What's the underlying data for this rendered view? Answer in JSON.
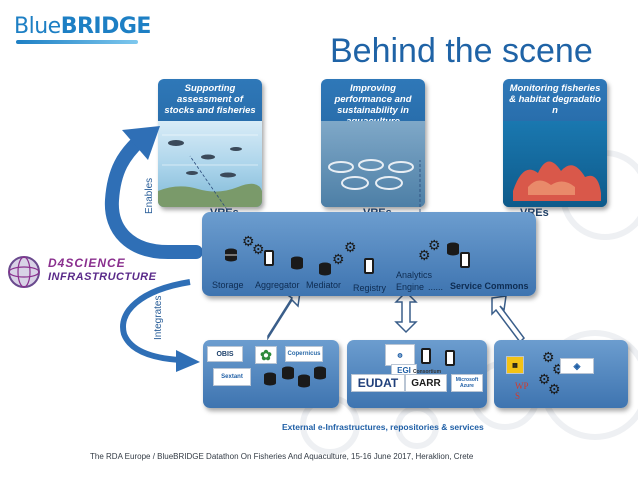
{
  "logo": {
    "blue": "Blue",
    "bridge": "BRIDGE"
  },
  "title": "Behind the scene",
  "vres": [
    {
      "caption": "Supporting assessment of stocks and fisheries",
      "label": "VREs"
    },
    {
      "caption": "Improving performance and sustainability in aquaculture",
      "label": "VREs"
    },
    {
      "caption": "Monitoring fisheries & habitat degradatio n",
      "label": "VREs"
    }
  ],
  "side_labels": {
    "enables": "Enables",
    "integrates": "Integrates"
  },
  "d4science": {
    "top": "D4SCIENCE",
    "bottom": "INFRASTRUCTURE"
  },
  "platform": {
    "storage": "Storage",
    "aggregator": "Aggregator",
    "mediator": "Mediator",
    "registry": "Registry",
    "analytics_1": "Analytics",
    "analytics_2": "Engine",
    "dots": "......",
    "service_commons": "Service Commons"
  },
  "providers": {
    "obis": "OBIS",
    "copernicus": "Copernicus",
    "sextant": "Sextant",
    "egi": "EGI",
    "eudat": "EUDAT",
    "garr": "GARR",
    "consortium": "Consortium",
    "azure_1": "Microsoft",
    "azure_2": "Azure",
    "wps": "WP S"
  },
  "external": "External e-Infrastructures, repositories & services",
  "footer": "The RDA Europe / BlueBRIDGE Datathon On Fisheries And Aquaculture, 15-16 June 2017, Heraklion, Crete",
  "colors": {
    "accent": "#1f63a6",
    "panel": "#3e74b0",
    "panel_light": "#6c9dcf"
  }
}
